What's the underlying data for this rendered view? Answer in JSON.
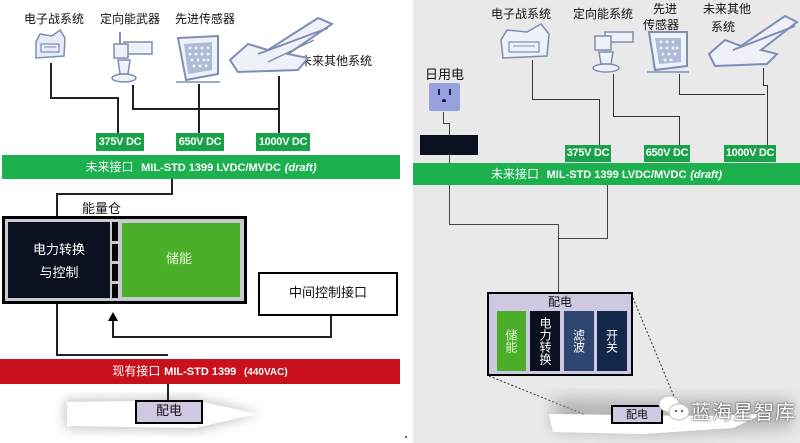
{
  "left_panel": {
    "systems": [
      {
        "label": "电子战系统",
        "icon": "electronic-warfare-icon"
      },
      {
        "label": "定向能武器",
        "icon": "directed-energy-weapon-icon"
      },
      {
        "label": "先进传感器",
        "icon": "advanced-sensor-icon"
      },
      {
        "label": "未来其他系统",
        "icon": "future-system-icon"
      }
    ],
    "voltage_tags": [
      "375V DC",
      "650V DC",
      "1000V DC"
    ],
    "future_bus": {
      "cn": "未来接口",
      "std": "MIL-STD 1399  LVDC/MVDC",
      "note": "(draft)"
    },
    "energy_magazine": {
      "label": "能量仓",
      "power_conversion": [
        "电力转换",
        "与控制"
      ],
      "storage": "储能"
    },
    "control_interface": "中间控制接口",
    "existing_bus": {
      "cn": "现有接口",
      "std": "MIL-STD 1399",
      "note": "(440VAC)"
    },
    "ship_distribution": "配电"
  },
  "right_panel": {
    "systems": [
      {
        "label": "电子战系统",
        "icon": "electronic-warfare-icon"
      },
      {
        "label": "定向能系统",
        "icon": "directed-energy-icon"
      },
      {
        "label": [
          "先进",
          "传感器"
        ],
        "icon": "advanced-sensor-icon"
      },
      {
        "label": [
          "未来其他",
          "系统"
        ],
        "icon": "future-system-icon"
      }
    ],
    "outlet_label": "日用电",
    "voltage_tags": [
      "375V DC",
      "650V DC",
      "1000V DC"
    ],
    "future_bus": {
      "cn": "未来接口",
      "std": "MIL-STD 1399  LVDC/MVDC",
      "note": "(draft)"
    },
    "distribution_box": {
      "title": "配电",
      "modules": [
        {
          "label": "储能",
          "color": "#4caf2a"
        },
        {
          "label": "电力转换",
          "color": "#0b1020"
        },
        {
          "label": "滤波",
          "color": "#2f4670"
        },
        {
          "label": "开关",
          "color": "#13274a"
        }
      ]
    },
    "ship_distribution": "配电",
    "watermark": "蓝海星智库"
  },
  "colors": {
    "green_bus": "#1cb04f",
    "red_bus": "#c9101d",
    "storage_green": "#4caf2a",
    "dark_navy": "#0b1020",
    "lavender": "#cfc8e2"
  }
}
